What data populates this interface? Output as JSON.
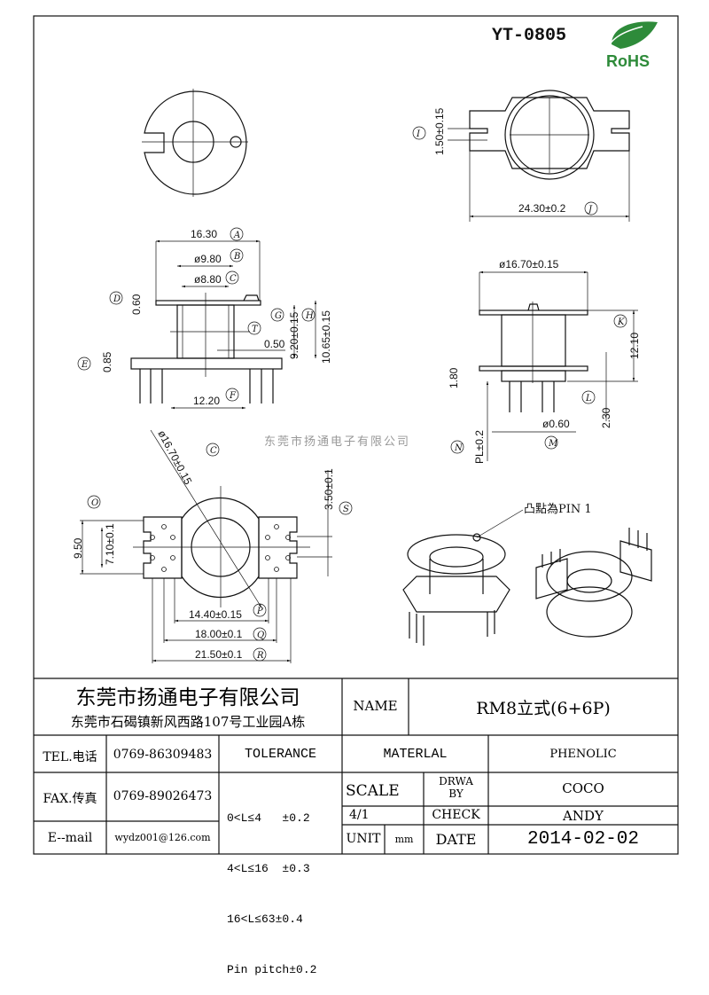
{
  "drawing": {
    "part_number": "YT-0805",
    "rohs_logo": "RoHS",
    "watermark": "东莞市扬通电子有限公司",
    "pin1_note": "凸點為PIN 1",
    "top_right_view": {
      "dim_i": "1.50±0.15",
      "dim_j": "24.30±0.2",
      "label_i": "I",
      "label_j": "J"
    },
    "side_left_view": {
      "dim_a": "16.30",
      "dim_b": "ø9.80",
      "dim_c": "ø8.80",
      "dim_d": "0.60",
      "dim_e": "0.85",
      "dim_f": "12.20",
      "dim_g": "9.20±0.15",
      "dim_h": "10.65±0.15",
      "dim_t": "0.50",
      "labels": {
        "a": "A",
        "b": "B",
        "c": "C",
        "d": "D",
        "e": "E",
        "f": "F",
        "g": "G",
        "h": "H",
        "t": "T"
      }
    },
    "side_right_view": {
      "dim_dia": "ø16.70±0.15",
      "dim_k": "12.10",
      "dim_180": "1.80",
      "dim_l": "2.30",
      "dim_m": "ø0.60",
      "dim_n": "PL±0.2",
      "labels": {
        "k": "K",
        "l": "L",
        "m": "M",
        "n": "N"
      }
    },
    "bottom_view": {
      "dim_diag": "ø16.70±0.15",
      "dim_s": "3.50±0.1",
      "dim_950": "9.50",
      "dim_o": "7.10±0.1",
      "dim_p": "14.40±0.15",
      "dim_q": "18.00±0.1",
      "dim_r": "21.50±0.1",
      "labels": {
        "c": "C",
        "s": "S",
        "o": "O",
        "p": "P",
        "q": "Q",
        "r": "R"
      }
    }
  },
  "title_block": {
    "company": "东莞市扬通电子有限公司",
    "address": "东莞市石碣镇新风西路107号工业园A栋",
    "name_label": "NAME",
    "name_value": "RM8立式(6+6P)",
    "tel_label": "TEL.电话",
    "tel_value": "0769-86309483",
    "fax_label": "FAX.传真",
    "fax_value": "0769-89026473",
    "email_label": "E--mail",
    "email_value": "wydz001@126.com",
    "tolerance_label": "TOLERANCE",
    "tolerance_lines": [
      "0<L≤4   ±0.2",
      "4<L≤16  ±0.3",
      "16<L≤63±0.4",
      "Pin pitch±0.2"
    ],
    "material_label": "MATERLAL",
    "material_value": "PHENOLIC",
    "scale_label": "SCALE",
    "scale_value": "4/1",
    "drawn_by_label": [
      "DRWA",
      "BY"
    ],
    "drawn_by_value": "COCO",
    "check_label": "CHECK",
    "check_value": "ANDY",
    "unit_label": "UNIT",
    "unit_value": "mm",
    "date_label": "DATE",
    "date_value": "2014-02-02"
  },
  "colors": {
    "rohs_green": "#2e8b3a",
    "line": "#111111"
  }
}
